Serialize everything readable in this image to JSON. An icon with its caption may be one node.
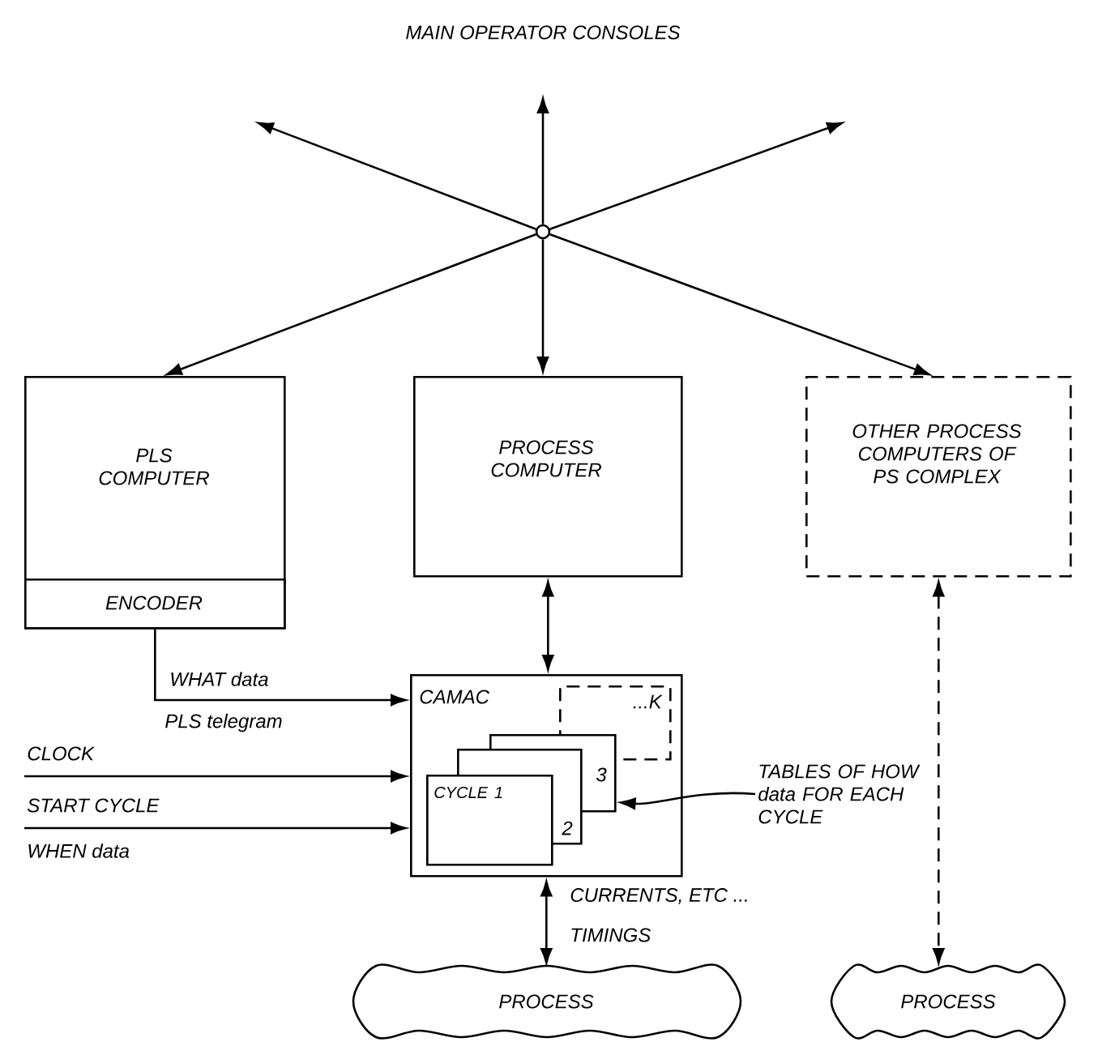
{
  "diagram": {
    "title": "MAIN OPERATOR CONSOLES",
    "nodes": [
      {
        "text": [],
        "shape": "circle"
      },
      {
        "text": [
          "PLS COMPUTER"
        ]
      },
      {
        "text": [
          "ENCODER"
        ],
        "in": 1
      },
      {
        "text": [
          "PROCESS COMPUTER"
        ]
      },
      {
        "text": [
          "OTHER PROCESS COMPUTERS OF PS COMPLEX"
        ]
      },
      {
        "text": [
          "CAMAC"
        ]
      },
      {
        "text": [
          "...K"
        ],
        "in": 5
      },
      {
        "text": [
          "3"
        ],
        "in": 5
      },
      {
        "text": [
          "2"
        ],
        "in": 5
      },
      {
        "text": [
          "CYCLE 1"
        ],
        "in": 5
      },
      {
        "text": [
          "TABLES OF HOW data FOR EACH CYCLE"
        ]
      },
      {
        "text": [
          "PROCESS"
        ]
      },
      {
        "text": [
          "PROCESS"
        ]
      }
    ],
    "edges": [
      {
        "from": 0,
        "to": null,
        "arrow": "to"
      },
      {
        "from": 0,
        "to": null,
        "arrow": "to"
      },
      {
        "from": 0,
        "to": null,
        "arrow": "to"
      },
      {
        "from": 0,
        "to": 1,
        "arrow": "to"
      },
      {
        "from": 0,
        "to": 3,
        "arrow": "to"
      },
      {
        "from": 0,
        "to": 4,
        "arrow": "to"
      },
      {
        "from": 3,
        "to": 5,
        "arrow": "both"
      },
      {
        "from": 2,
        "to": 5,
        "arrow": "to",
        "label": "WHAT data"
      },
      {
        "from": null,
        "to": 5,
        "arrow": "to",
        "label": "CLOCK"
      },
      {
        "from": null,
        "to": 5,
        "arrow": "to",
        "label": "START CYCLE"
      },
      {
        "from": 10,
        "to": 7,
        "arrow": "to"
      },
      {
        "from": 5,
        "to": 11,
        "arrow": "both",
        "label": "CURRENTS, ETC ..."
      },
      {
        "from": 4,
        "to": 12,
        "arrow": "both",
        "style": "dashed"
      }
    ],
    "labels": [
      "PLS telegram",
      "WHEN data",
      "TIMINGS"
    ]
  }
}
